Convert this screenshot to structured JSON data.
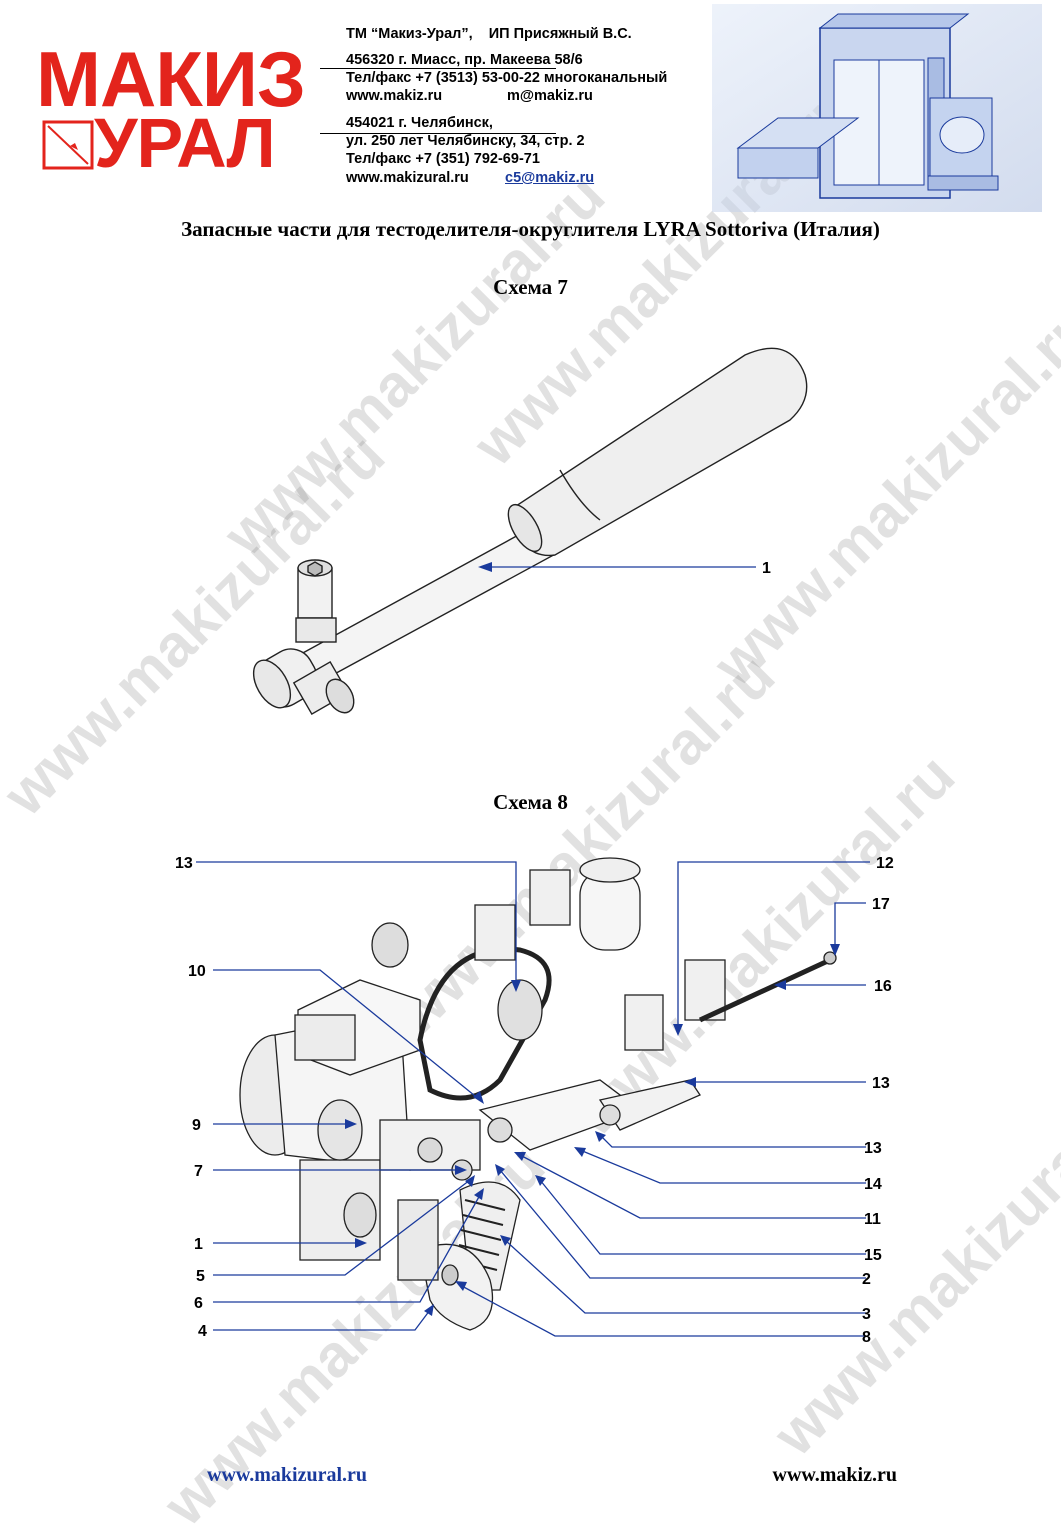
{
  "header": {
    "logo_line1": "МАКИЗ",
    "logo_line2": "УРАЛ",
    "trademark": "ТМ “Макиз-Урал”,    ИП Присяжный В.С.",
    "office1_address": "456320 г. Миасс, пр. Макеева 58/6",
    "office1_phone": "Тел/факс +7 (3513) 53-00-22 многоканальный",
    "office1_site": "www.makiz.ru",
    "office1_email": "m@makiz.ru",
    "office2_city": "454021 г. Челябинск,",
    "office2_street": "ул. 250 лет Челябинску, 34, стр. 2",
    "office2_phone": "Тел/факс +7 (351) 792-69-71",
    "office2_site": "www.makizural.ru",
    "office2_email": "c5@makiz.ru"
  },
  "document": {
    "title": "Запасные части для тестоделителя-округлителя LYRA Sottoriva (Италия)"
  },
  "scheme7": {
    "title": "Схема 7",
    "callouts": [
      "1"
    ]
  },
  "scheme8": {
    "title": "Схема 8",
    "callouts_left": [
      "13",
      "10",
      "9",
      "7",
      "1",
      "5",
      "6",
      "4"
    ],
    "callouts_right": [
      "12",
      "17",
      "16",
      "13",
      "13",
      "14",
      "11",
      "15",
      "2",
      "3",
      "8"
    ]
  },
  "footer": {
    "left_site": "www.makizural.ru",
    "right_site": "www.makiz.ru"
  },
  "watermark": "www.makizural.ru",
  "colors": {
    "brand_red": "#e3241c",
    "leader_blue": "#1a3a9c"
  }
}
